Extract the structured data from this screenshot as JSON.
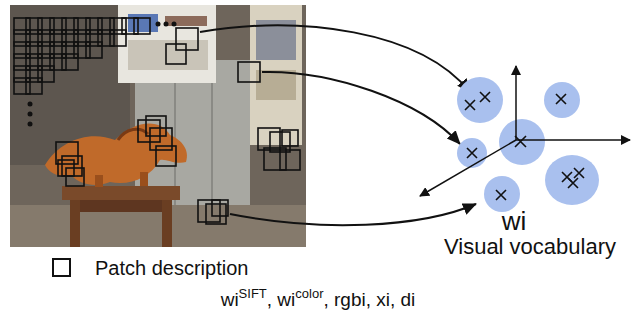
{
  "diagram": {
    "labels": [
      "wi",
      "Visual vocabulary",
      "wi",
      "SIFT",
      ", wi",
      "color",
      ", rgbi, xi, di"
    ],
    "legend": [
      {
        "text": "Patch description"
      }
    ]
  }
}
